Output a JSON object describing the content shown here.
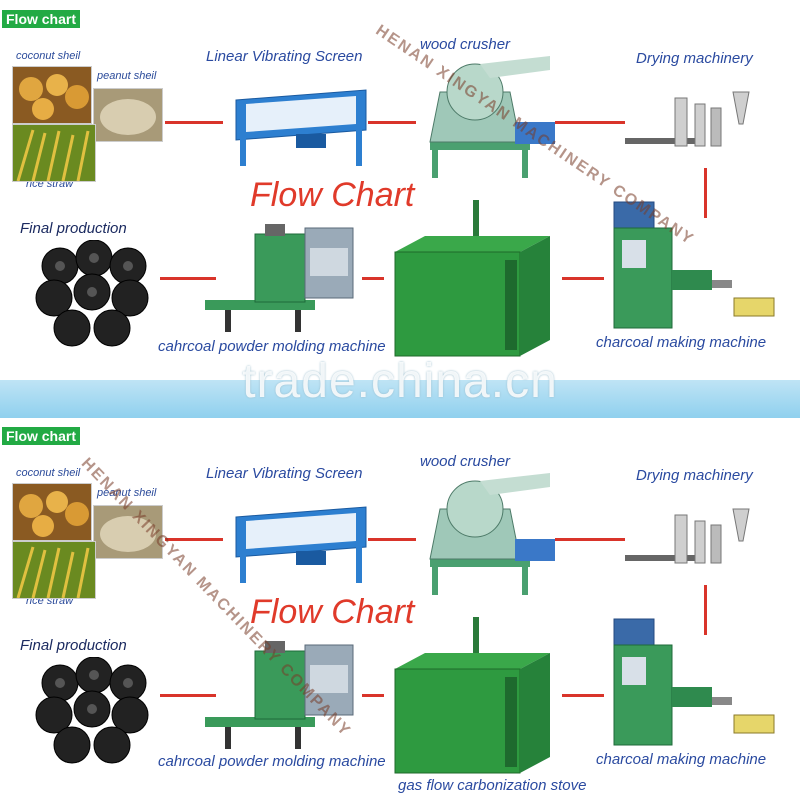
{
  "panels": [
    {
      "tag": "Flow chart",
      "title": "Flow Chart",
      "labels": {
        "coconut": "coconut sheil",
        "peanut": "peanut sheil",
        "straw": "rice straw",
        "screen": "Linear Vibrating Screen",
        "crusher": "wood crusher",
        "dryer": "Drying machinery",
        "final": "Final production",
        "molding": "cahrcoal powder molding machine",
        "charcoal": "charcoal making machine",
        "stove": ""
      },
      "watermark": "HENAN XINGYAN MACHINERY COMPANY"
    },
    {
      "tag": "Flow chart",
      "title": "Flow Chart",
      "labels": {
        "coconut": "coconut sheil",
        "peanut": "peanut sheil",
        "straw": "rice straw",
        "screen": "Linear Vibrating Screen",
        "crusher": "wood crusher",
        "dryer": "Drying machinery",
        "final": "Final production",
        "molding": "cahrcoal powder molding machine",
        "charcoal": "charcoal making machine",
        "stove": "gas flow carbonization stove"
      },
      "watermark": "HENAN XINGYAN MACHINERY COMPANY"
    }
  ],
  "banner_text": "trade.china.cn",
  "colors": {
    "arrow": "#d9342a",
    "title": "#e03a2a",
    "label": "#2a4aa0",
    "machine_green": "#2fa05a",
    "screen_blue": "#2d7fd0"
  }
}
